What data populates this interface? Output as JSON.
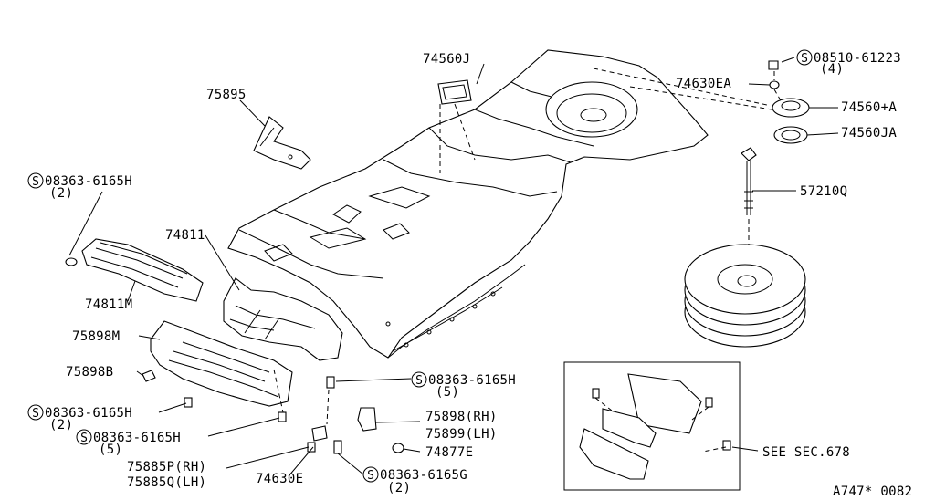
{
  "labels": {
    "p74560J": "74560J",
    "p75895": "75895",
    "p08510": "08510-61223",
    "p08510_qty": "(4)",
    "p74630EA": "74630EA",
    "p74560A": "74560+A",
    "p74560JA": "74560JA",
    "p57210Q": "57210Q",
    "s_left_top": "08363-6165H",
    "s_left_top_qty": "(2)",
    "p74811": "74811",
    "p74811M": "74811M",
    "p75898M": "75898M",
    "p75898B": "75898B",
    "s_center": "08363-6165H",
    "s_center_qty": "(5)",
    "s_left_bot": "08363-6165H",
    "s_left_bot_qty": "(2)",
    "s_mid_bot": "08363-6165H",
    "s_mid_bot_qty": "(5)",
    "p75898RH": "75898(RH)",
    "p75899LH": "75899(LH)",
    "p74877E": "74877E",
    "p75885P": "75885P(RH)",
    "p75885Q": "75885Q(LH)",
    "p74630E": "74630E",
    "s_bottom": "08363-6165G",
    "s_bottom_qty": "(2)",
    "see_sec": "SEE SEC.678",
    "diagram_code": "A747* 0082"
  },
  "screw_symbol": "S"
}
